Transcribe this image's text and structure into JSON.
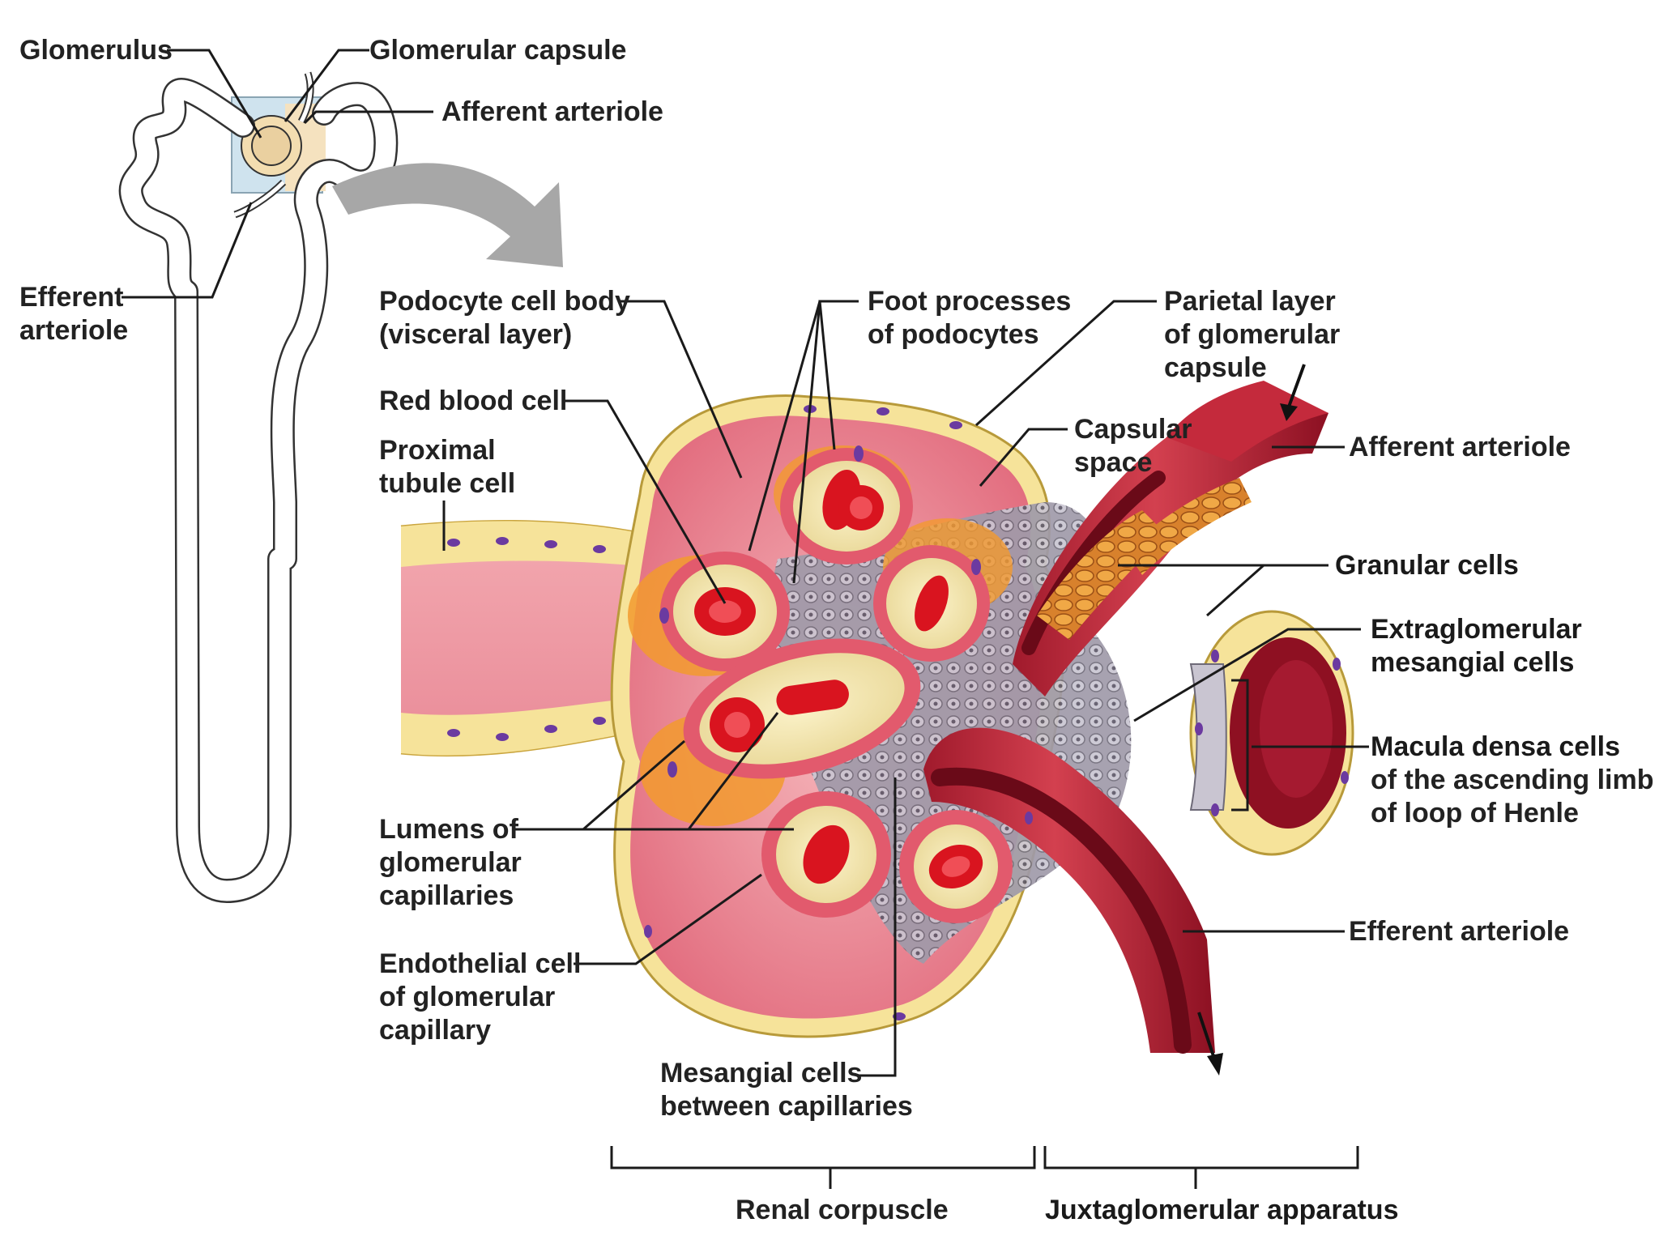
{
  "diagram": {
    "inset_labels": {
      "glomerulus": "Glomerulus",
      "glomerular_capsule": "Glomerular capsule",
      "afferent_arteriole": "Afferent arteriole",
      "efferent_arteriole": [
        "Efferent",
        "arteriole"
      ]
    },
    "main_labels": {
      "podocyte_cell_body": [
        "Podocyte cell body",
        "(visceral layer)"
      ],
      "foot_processes": [
        "Foot processes",
        "of podocytes"
      ],
      "parietal_layer": [
        "Parietal layer",
        "of glomerular",
        "capsule"
      ],
      "red_blood_cell": "Red blood cell",
      "capsular_space": [
        "Capsular",
        "space"
      ],
      "afferent_arteriole": "Afferent arteriole",
      "proximal_tubule_cell": [
        "Proximal",
        "tubule cell"
      ],
      "granular_cells": "Granular cells",
      "extraglomerular_mesangial": [
        "Extraglomerular",
        "mesangial cells"
      ],
      "macula_densa": "Macula densa cells",
      "macula_densa_sub": [
        "of the ascending limb",
        "of loop of Henle"
      ],
      "lumens": [
        "Lumens of",
        "glomerular",
        "capillaries"
      ],
      "efferent_arteriole": "Efferent arteriole",
      "endothelial_cell": [
        "Endothelial cell",
        "of glomerular",
        "capillary"
      ],
      "mesangial_cells": [
        "Mesangial cells",
        "between capillaries"
      ]
    },
    "brackets": {
      "renal_corpuscle": "Renal corpuscle",
      "juxtaglomerular_apparatus": "Juxtaglomerular apparatus"
    },
    "colors": {
      "tissue_pink": "#e8788a",
      "tissue_light": "#f4b3b8",
      "capsule_yellow": "#f6e39a",
      "rbc_red": "#d9141f",
      "vessel_dark": "#8e1022",
      "podocyte_orange": "#f29a2e",
      "mesangial_grey": "#a9a4b3",
      "nucleus_purple": "#6b3aa0",
      "arrow_grey": "#a7a7a7",
      "inset_box": "#cfe3ee"
    }
  }
}
